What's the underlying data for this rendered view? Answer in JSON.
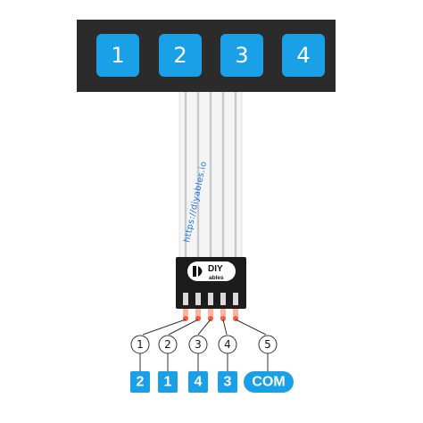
{
  "keypad": {
    "keys": [
      "1",
      "2",
      "3",
      "4"
    ]
  },
  "cable": {
    "url": "https://diyables.io"
  },
  "connector": {
    "logo_main": "DIY",
    "logo_sub": "ables"
  },
  "pins": {
    "numbers": [
      "1",
      "2",
      "3",
      "4",
      "5"
    ],
    "mapping": [
      "2",
      "1",
      "4",
      "3",
      "COM"
    ]
  },
  "colors": {
    "panel": "#2b2b2b",
    "key": "#1aa0e6",
    "wire": "#c9c9c9",
    "pin_glow": "#ff5a3c",
    "map_bg": "#1aa0e6"
  }
}
